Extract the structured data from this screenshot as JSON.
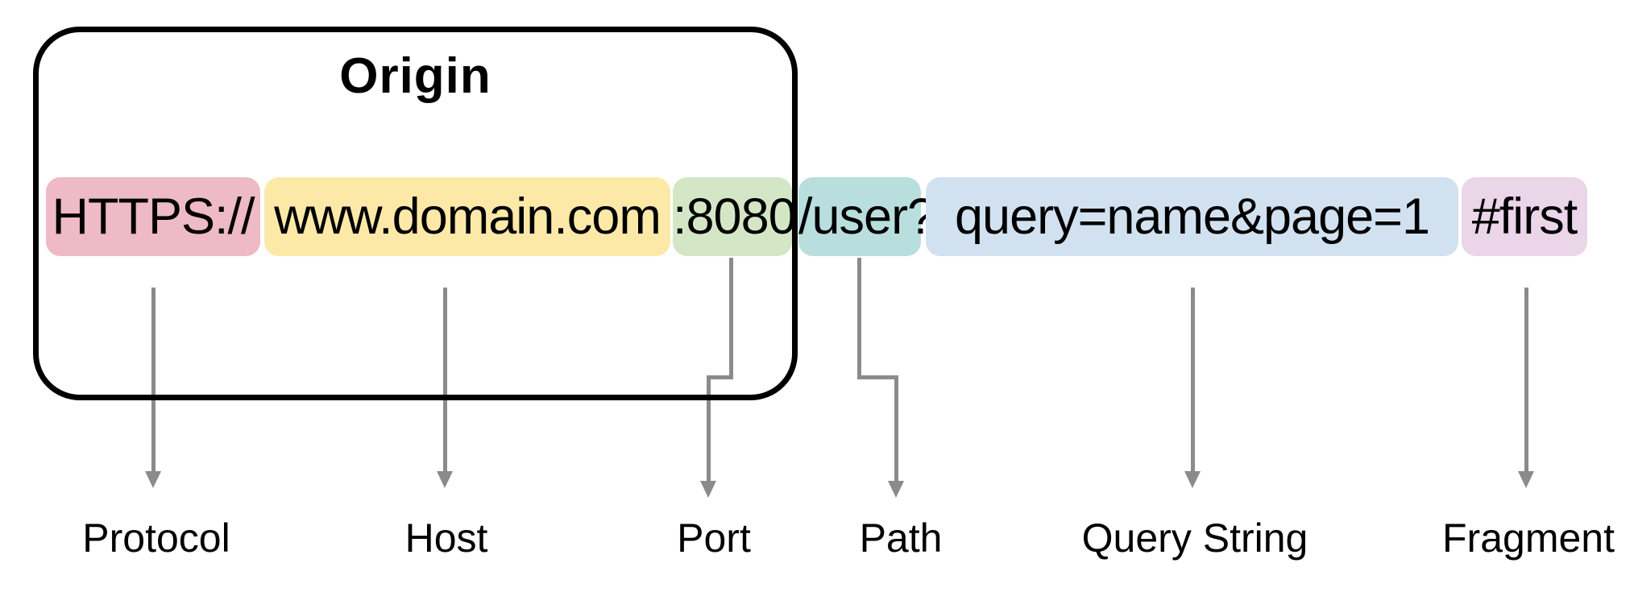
{
  "title": "Origin",
  "url": {
    "full": "HTTPS://www.domain.com:8080/user?query=name&page=1#first",
    "segments": [
      {
        "text": "HTTPS://",
        "label": "Protocol",
        "color": "#edbac5"
      },
      {
        "text": "www.domain.com",
        "label": "Host",
        "color": "#fce9a8"
      },
      {
        "text": ":8080",
        "label": "Port",
        "color": "#d3e7c6"
      },
      {
        "text": "/user?",
        "label": "Path",
        "color": "#b8dfde"
      },
      {
        "text": "query=name&page=1",
        "label": "Query String",
        "color": "#d1e1f0"
      },
      {
        "text": "#first",
        "label": "Fragment",
        "color": "#ebd5e9"
      }
    ]
  },
  "colors": {
    "arrow": "#8b8b8b",
    "origin_border": "#000000",
    "background": "#ffffff",
    "text": "#000000"
  }
}
